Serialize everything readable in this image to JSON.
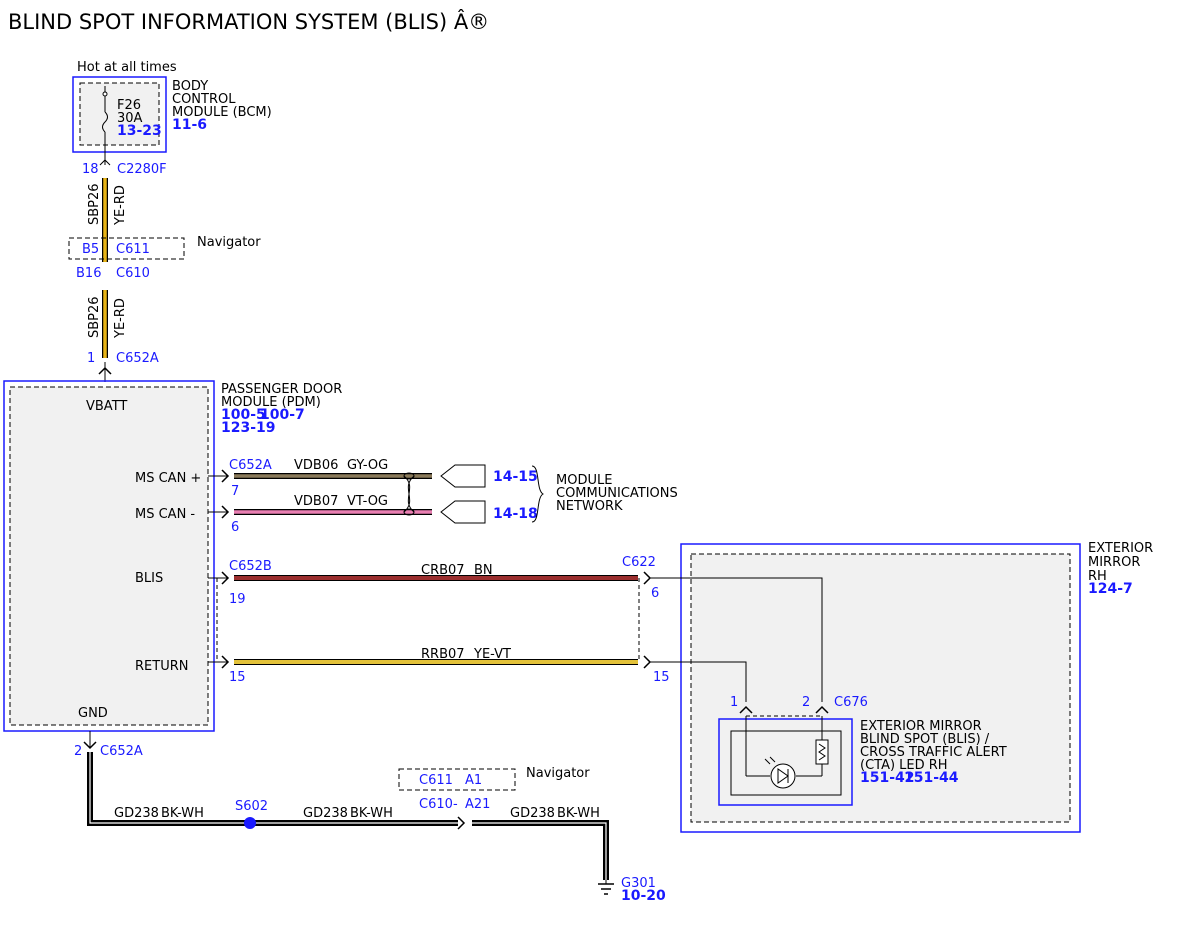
{
  "title": "BLIND SPOT INFORMATION SYSTEM (BLIS) Â®",
  "bcm": {
    "hot_label": "Hot at all times",
    "name_lines": [
      "BODY",
      "CONTROL",
      "MODULE (BCM)"
    ],
    "ref": "11-6",
    "fuse": "F26",
    "fuse_amps": "30A",
    "fuse_ref": "13-23",
    "pin": "18",
    "connector": "C2280F"
  },
  "wire_upper": {
    "circuit": "SBP26",
    "color": "YE-RD"
  },
  "inline1": {
    "pin_a": "B5",
    "conn_a": "C611",
    "label": "Navigator",
    "pin_b": "B16",
    "conn_b": "C610"
  },
  "wire_lower": {
    "circuit": "SBP26",
    "color": "YE-RD"
  },
  "pdm": {
    "pin": "1",
    "connector": "C652A",
    "name_lines": [
      "PASSENGER DOOR",
      "MODULE (PDM)"
    ],
    "ref1": "100-5",
    "ref2": "100-7",
    "ref3": "123-19",
    "vbatt": "VBATT",
    "ms_can_plus": "MS CAN +",
    "ms_can_minus": "MS CAN -",
    "blis": "BLIS",
    "return": "RETURN",
    "gnd": "GND"
  },
  "can": {
    "connector": "C652A",
    "pin_plus": "7",
    "pin_minus": "6",
    "wire_plus": {
      "circuit": "VDB06",
      "color": "GY-OG"
    },
    "wire_minus": {
      "circuit": "VDB07",
      "color": "VT-OG"
    },
    "ref_plus": "14-15",
    "ref_minus": "14-18",
    "network_lines": [
      "MODULE",
      "COMMUNICATIONS",
      "NETWORK"
    ]
  },
  "blis_wire": {
    "connector": "C652B",
    "pin": "19",
    "circuit": "CRB07",
    "color": "BN",
    "far_connector": "C622",
    "far_pin": "6"
  },
  "return_wire": {
    "pin": "15",
    "circuit": "RRB07",
    "color": "YE-VT",
    "far_pin": "15"
  },
  "mirror": {
    "name_lines": [
      "EXTERIOR",
      "MIRROR",
      "RH"
    ],
    "ref": "124-7",
    "pin1": "1",
    "pin2": "2",
    "connector": "C676",
    "led_lines": [
      "EXTERIOR MIRROR",
      "BLIND SPOT (BLIS) /",
      "CROSS TRAFFIC ALERT",
      "(CTA) LED RH"
    ],
    "led_ref1": "151-42",
    "led_ref2": "151-44"
  },
  "ground": {
    "pin": "2",
    "connector": "C652A",
    "wire1": {
      "circuit": "GD238",
      "color": "BK-WH"
    },
    "splice": "S602",
    "wire2": {
      "circuit": "GD238",
      "color": "BK-WH"
    },
    "nav_conn": "C611",
    "nav_pin": "A1",
    "nav_label": "Navigator",
    "inline_conn": "C610",
    "inline_dash": "-",
    "inline_pin": "A21",
    "wire3": {
      "circuit": "GD238",
      "color": "BK-WH"
    },
    "ground_point": "G301",
    "ground_ref": "10-20"
  },
  "colors": {
    "link_blue": "#1a1aff",
    "ye_rd": "#e8b417",
    "gy_og": "#8a7a5a",
    "vt_og": "#e97fb2",
    "bn": "#9b2f2f",
    "ye_vt": "#e3c23a",
    "bk_wh": "#111111"
  }
}
